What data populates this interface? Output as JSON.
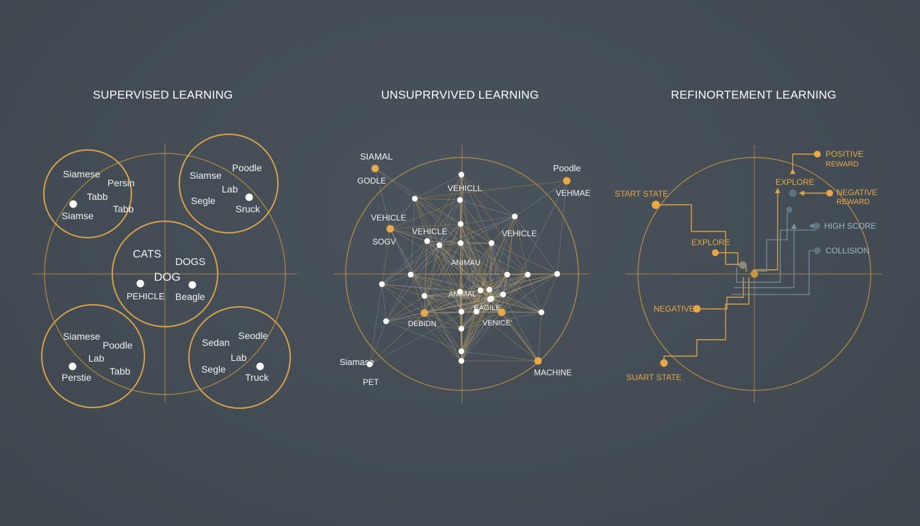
{
  "colors": {
    "background": "#454e56",
    "accent": "#d9a24a",
    "node": "#ffffff",
    "muted": "#5d7482"
  },
  "panels": {
    "supervised": {
      "title": "SUPERVISED LEARNING",
      "labels": {
        "tl": [
          "Siamese",
          "Persin",
          "Tabb",
          "Tabb",
          "Siamse"
        ],
        "tr": [
          "Siamse",
          "Poodle",
          "Lab",
          "Segle",
          "Sruck"
        ],
        "center": [
          "CATS",
          "DOGS",
          "DOG",
          "PEHICLE",
          "Beagle"
        ],
        "bl": [
          "Siamese",
          "Poodle",
          "Lab",
          "Tabb",
          "Perstie"
        ],
        "br": [
          "Sedan",
          "Seodle",
          "Lab",
          "Segle",
          "Truck"
        ]
      }
    },
    "unsupervised": {
      "title": "UNSUPRRVIVED LEARNING",
      "labels": [
        "SIAMAL",
        "GODLE",
        "Poodle",
        "VEHMAE",
        "VEHICLL",
        "VEHICLE",
        "VEHICLE",
        "SOGV",
        "VEHICLE",
        "ANIMAU",
        "ANIMAL",
        "EAGILE",
        "DEBIDN",
        "VENICE’",
        "Siamase",
        "PET",
        "MACHINE"
      ]
    },
    "reinforcement": {
      "title": "REFINORTEMENT LEARNING",
      "labels": [
        "POSITIVE",
        "REWARD",
        "EXPLORE",
        "NEGATIVE",
        "REWARD",
        "START STATE",
        "HIGH SCORE",
        "COLLISION",
        "EXPLORE",
        "NEGATIVE",
        "SUART STATE"
      ]
    }
  }
}
